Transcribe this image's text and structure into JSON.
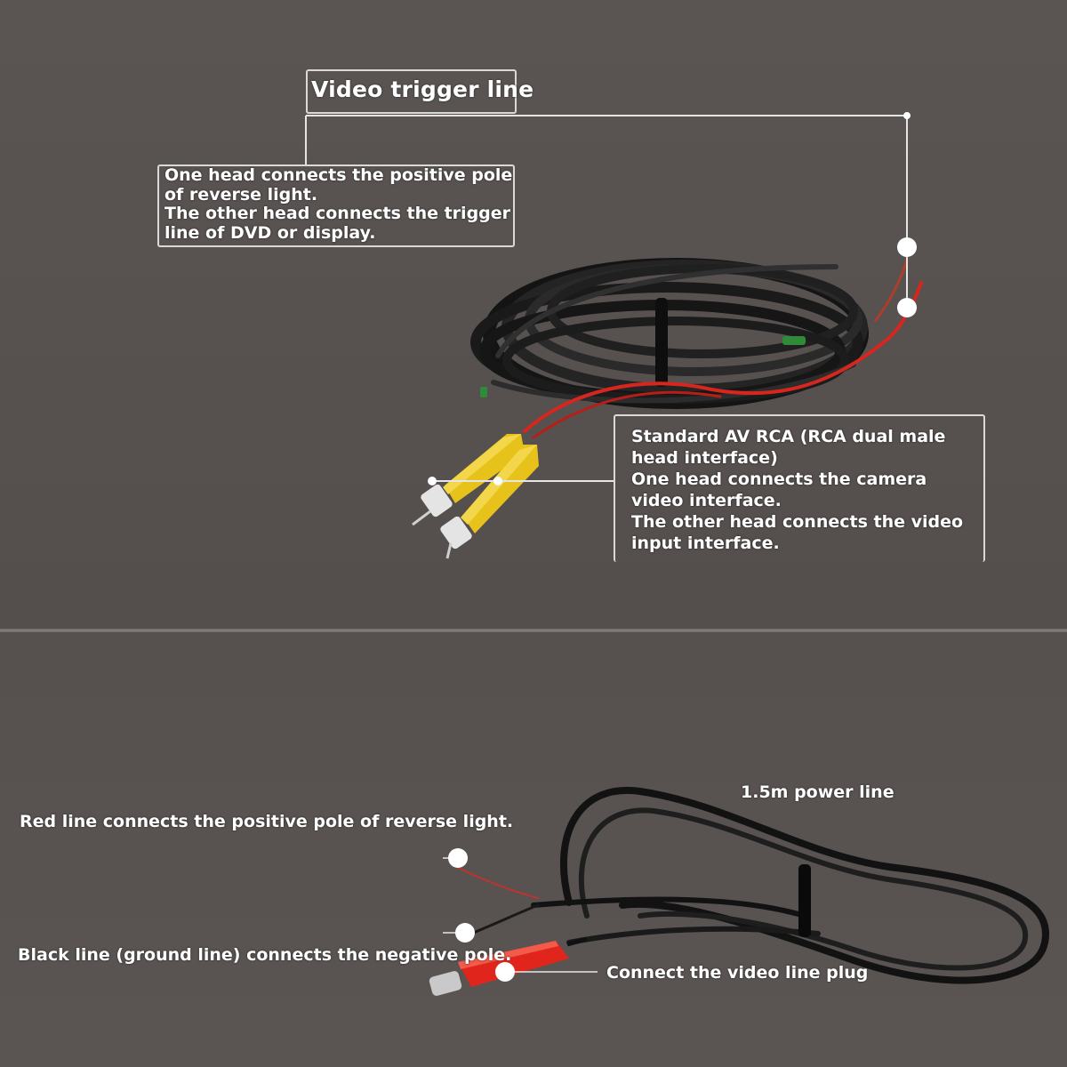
{
  "trigger": {
    "title": "Video trigger line",
    "description": "One head connects the positive pole\nof reverse light.\nThe other head connects the trigger\nline of DVD or display."
  },
  "rca": {
    "description": "Standard AV RCA (RCA dual male\nhead interface)\nOne head connects the camera\nvideo interface.\nThe other head connects the video\ninput interface."
  },
  "power": {
    "title": "1.5m power line",
    "red_line": "Red line connects the positive pole of reverse light.",
    "black_line": "Black line (ground line) connects the negative pole.",
    "video_plug": "Connect the video line plug"
  },
  "colors": {
    "background": "#595250",
    "cable": "#1c1c1c",
    "rca_plug": "#e6c21a",
    "red_wire": "#d7261e",
    "dc_plug": "#e0261c"
  }
}
